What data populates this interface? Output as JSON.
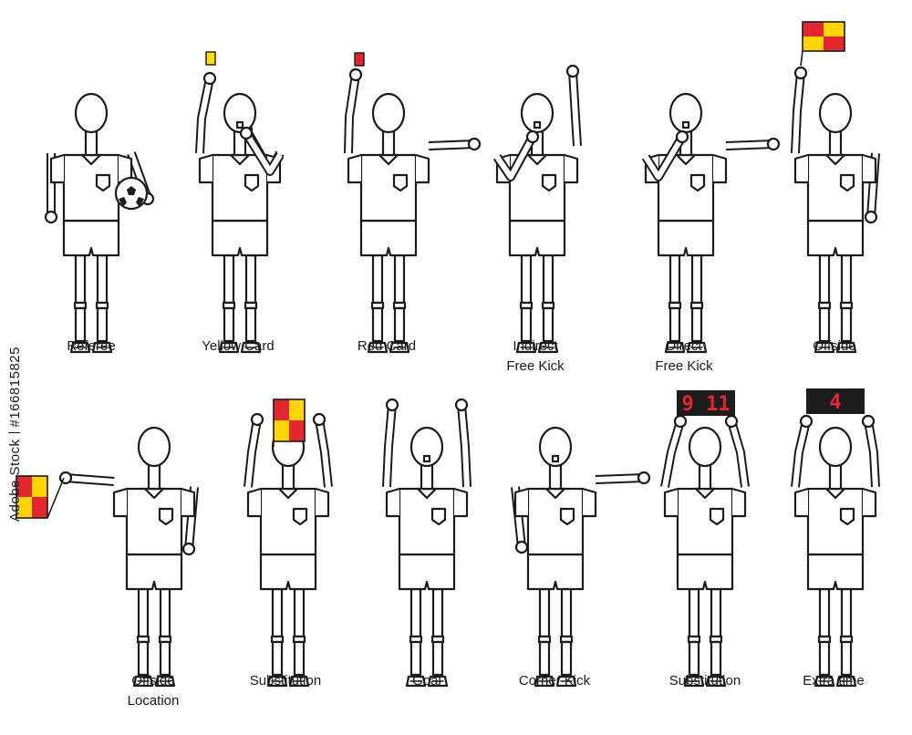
{
  "colors": {
    "line": "#1a1a1a",
    "fill": "#ffffff",
    "flag_red": "#e3262f",
    "flag_yellow": "#ffd400",
    "card_yellow": "#ffe000",
    "card_red": "#e3262f",
    "board_bg": "#1c1c1c",
    "board_digits": "#e3262f"
  },
  "watermark": {
    "brand": "Adobe Stock",
    "id": "#166815825"
  },
  "signals": [
    {
      "key": "referee",
      "label_lines": [
        "Referee"
      ],
      "prop": "ball"
    },
    {
      "key": "yellow-card",
      "label_lines": [
        "Yellow Card"
      ],
      "prop": "yellow-card"
    },
    {
      "key": "red-card",
      "label_lines": [
        "Red Card"
      ],
      "prop": "red-card"
    },
    {
      "key": "indirect-free-kick",
      "label_lines": [
        "Indirect",
        "Free Kick"
      ],
      "prop": "none"
    },
    {
      "key": "direct-free-kick",
      "label_lines": [
        "Direct",
        "Free Kick"
      ],
      "prop": "none"
    },
    {
      "key": "offside",
      "label_lines": [
        "Offside"
      ],
      "prop": "flag"
    },
    {
      "key": "offside-location",
      "label_lines": [
        "Offside",
        "Location"
      ],
      "prop": "flag"
    },
    {
      "key": "substitution-flag",
      "label_lines": [
        "Substitution"
      ],
      "prop": "flag"
    },
    {
      "key": "goal",
      "label_lines": [
        "Goal"
      ],
      "prop": "none"
    },
    {
      "key": "corner-kick",
      "label_lines": [
        "Corner Kick"
      ],
      "prop": "none"
    },
    {
      "key": "substitution-board",
      "label_lines": [
        "Substitution"
      ],
      "prop": "board",
      "board_text": "9 11"
    },
    {
      "key": "extra-time",
      "label_lines": [
        "Extra time"
      ],
      "prop": "board",
      "board_text": "4"
    }
  ]
}
